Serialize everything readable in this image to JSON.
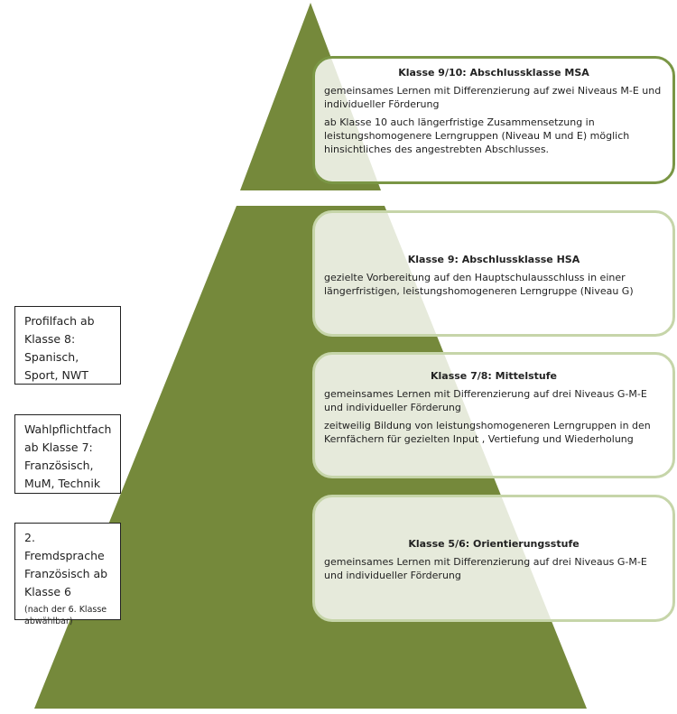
{
  "colors": {
    "pyramid": "#75893b",
    "card_border": "#c6d5a9",
    "card_border_top": "#7a9645"
  },
  "levels": [
    {
      "title": "Klasse 9/10: Abschlussklasse MSA",
      "paragraphs": [
        "gemeinsames Lernen mit Differenzierung auf zwei Niveaus M-E und individueller Förderung",
        "ab Klasse 10 auch längerfristige Zusammensetzung in leistungshomogenere Lerngruppen (Niveau M und E) möglich hinsichtliches des angestrebten Abschlusses."
      ]
    },
    {
      "title": "Klasse 9: Abschlussklasse HSA",
      "paragraphs": [
        "gezielte Vorbereitung  auf den Hauptschulausschluss in einer längerfristigen, leistungshomogeneren Lerngruppe (Niveau G)"
      ]
    },
    {
      "title": "Klasse 7/8: Mittelstufe",
      "paragraphs": [
        "gemeinsames Lernen mit Differenzierung auf drei Niveaus G-M-E und individueller Förderung",
        "zeitweilig Bildung von leistungshomogeneren Lerngruppen in den Kernfächern für gezielten Input , Vertiefung und Wiederholung"
      ]
    },
    {
      "title": "Klasse 5/6: Orientierungsstufe",
      "paragraphs": [
        "gemeinsames Lernen mit Differenzierung auf drei Niveaus G-M-E und individueller Förderung"
      ]
    }
  ],
  "side_boxes": [
    {
      "text": "Profilfach ab Klasse 8: Spanisch, Sport, NWT",
      "note": ""
    },
    {
      "text": "Wahlpflichtfach ab Klasse 7: Französisch, MuM, Technik",
      "note": ""
    },
    {
      "text": "2. Fremdsprache Französisch ab Klasse 6",
      "note": "(nach der 6. Klasse abwählbar)"
    }
  ]
}
